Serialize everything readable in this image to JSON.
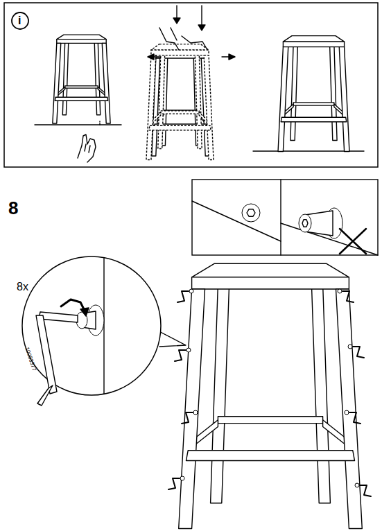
{
  "diagram": {
    "labels": [
      "i",
      "8",
      "8x",
      "10083377"
    ]
  }
}
